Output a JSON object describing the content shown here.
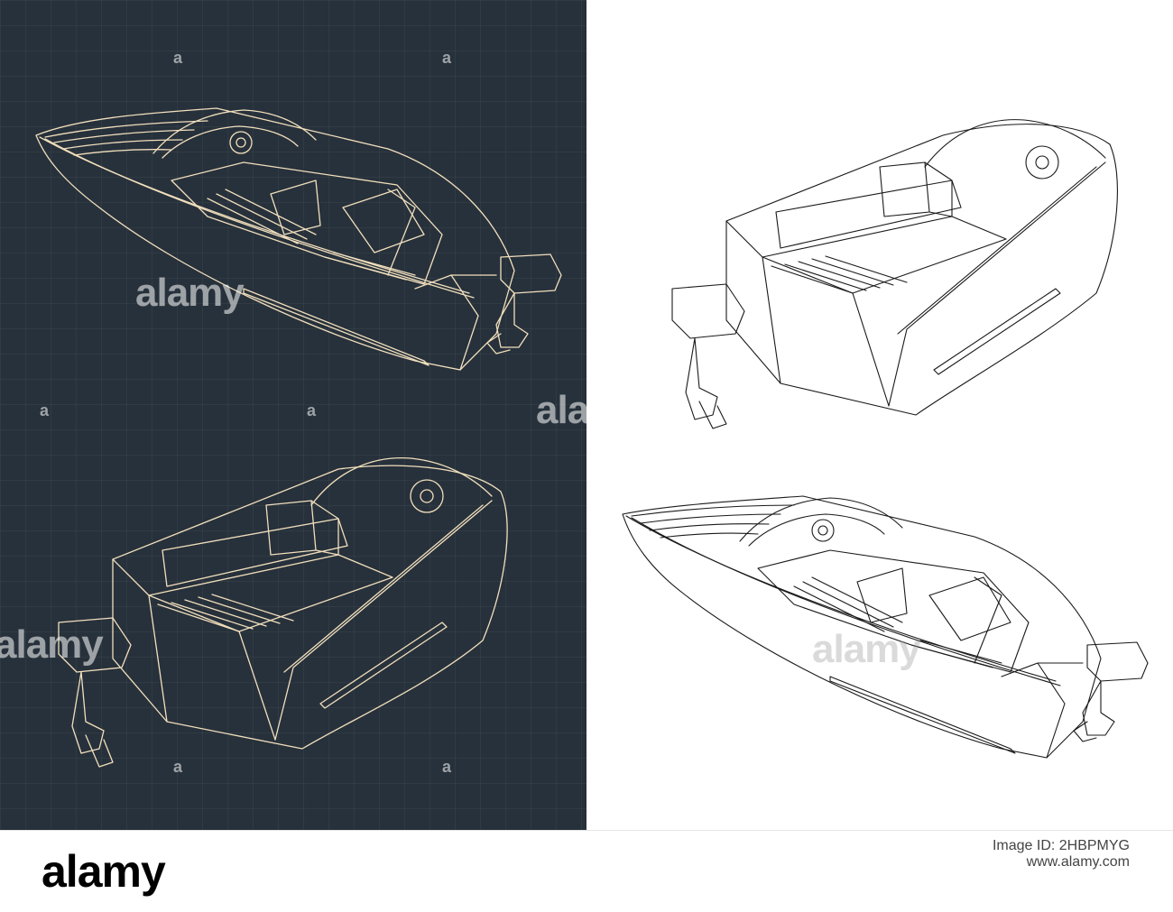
{
  "watermark": {
    "glyph": "a",
    "word_dark": "alamy",
    "word_dark_cut": "ala",
    "word_light": "alamy"
  },
  "footer": {
    "brand": "alamy",
    "image_id_label": "Image ID: 2HBPMYG",
    "url": "www.alamy.com"
  },
  "colors": {
    "blueprint_bg": "#27313b",
    "blueprint_line": "#f1dfbd",
    "sketch_line": "#1a1a1a"
  }
}
